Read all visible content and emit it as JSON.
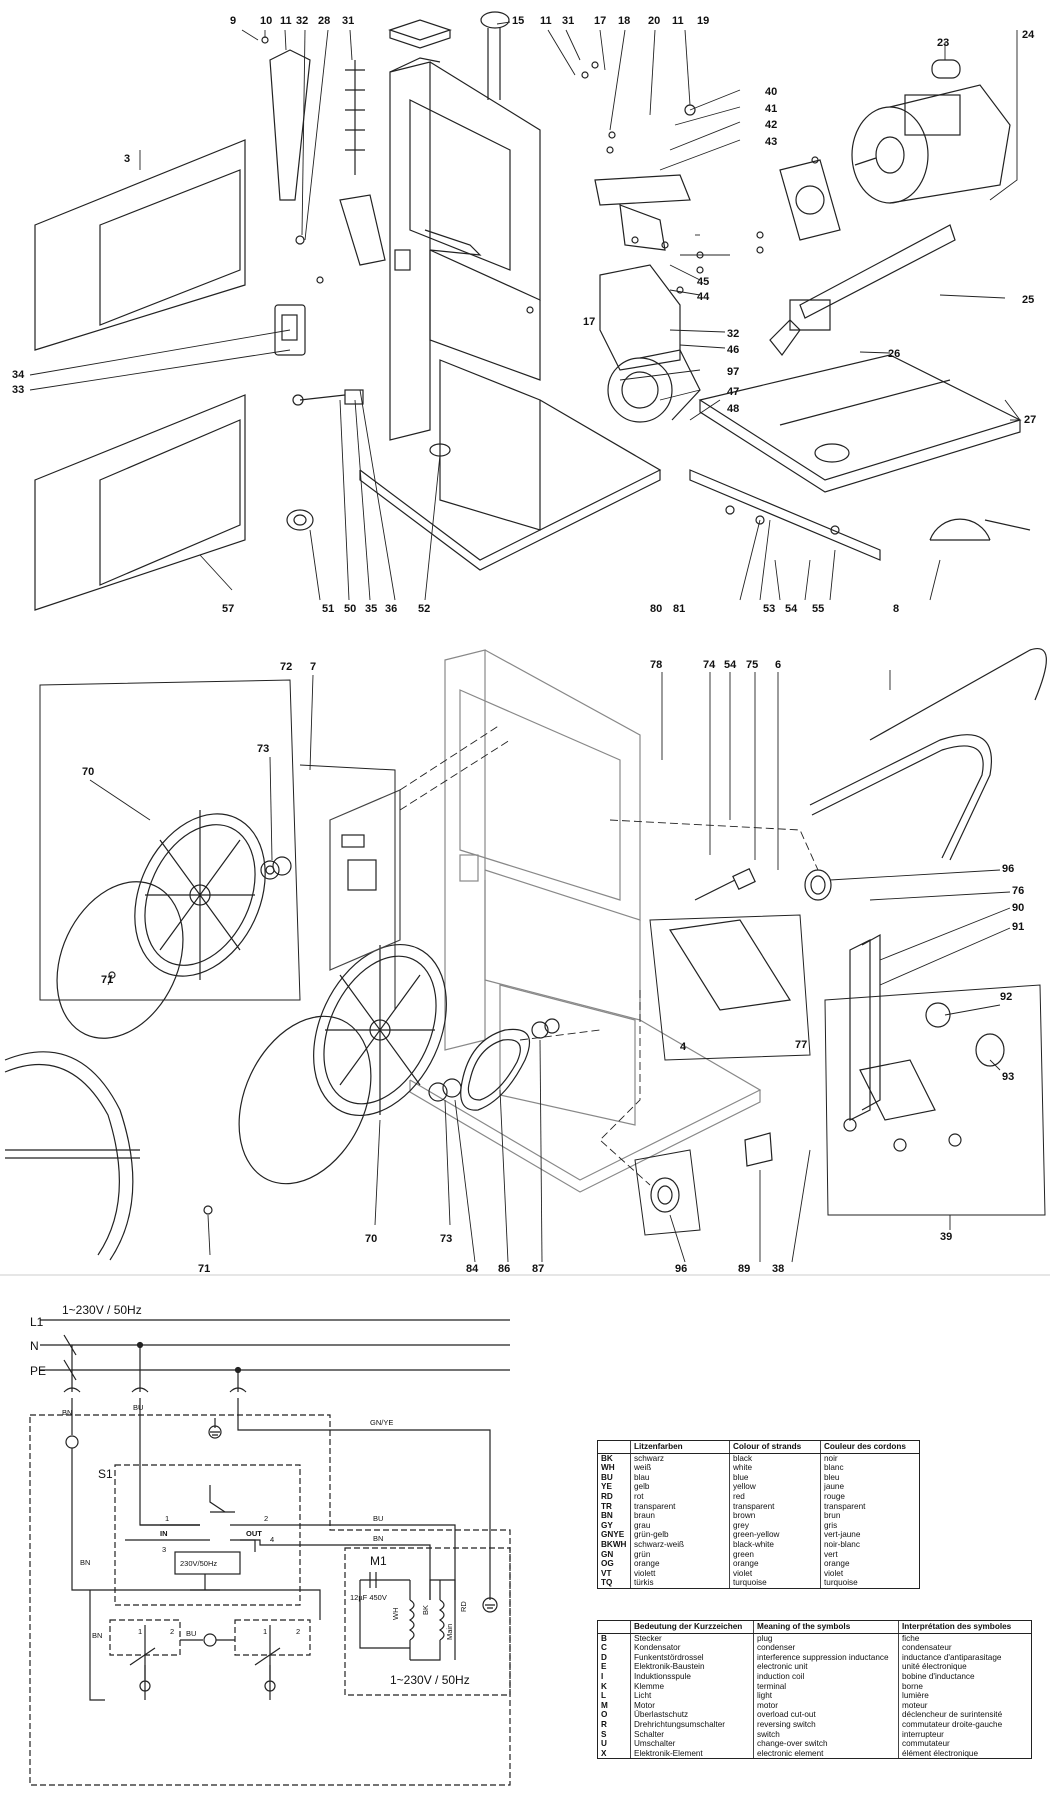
{
  "part_numbers": {
    "top": [
      "9",
      "10",
      "11",
      "32",
      "28",
      "31",
      "15",
      "11",
      "31",
      "17",
      "18",
      "20",
      "11",
      "19",
      "23",
      "24",
      "3",
      "40",
      "41",
      "42",
      "43",
      "45",
      "44",
      "25",
      "32",
      "17",
      "26",
      "46",
      "97",
      "47",
      "48",
      "34",
      "33",
      "27",
      "80",
      "81",
      "53",
      "54",
      "55",
      "8",
      "57",
      "51",
      "50",
      "35",
      "36",
      "52"
    ],
    "middle": [
      "72",
      "7",
      "70",
      "73",
      "71",
      "78",
      "74",
      "54",
      "75",
      "6",
      "96",
      "76",
      "90",
      "91",
      "92",
      "4",
      "77",
      "93",
      "70",
      "73",
      "71",
      "84",
      "86",
      "87",
      "96",
      "89",
      "38",
      "39"
    ]
  },
  "wiring": {
    "supply": "1~230V / 50Hz",
    "lines": [
      "L1",
      "N",
      "PE"
    ],
    "switch": "S1",
    "switch_in": "IN",
    "switch_out": "OUT",
    "switch_coil": "230V/50Hz",
    "motor": "M1",
    "capacitor": "12µF 450V",
    "motor_supply": "1~230V / 50Hz",
    "wire_bn": "BN",
    "wire_bu": "BU",
    "wire_gnye": "GN/YE",
    "wire_wh": "WH",
    "wire_bk": "BK",
    "wire_rd": "RD",
    "winding_main": "Main",
    "terminals": [
      "1",
      "2",
      "3",
      "4"
    ]
  },
  "colour_table": {
    "headers": [
      "",
      "Litzenfarben",
      "Colour of strands",
      "Couleur des cordons"
    ],
    "rows": [
      [
        "BK",
        "schwarz",
        "black",
        "noir"
      ],
      [
        "WH",
        "weiß",
        "white",
        "blanc"
      ],
      [
        "BU",
        "blau",
        "blue",
        "bleu"
      ],
      [
        "YE",
        "gelb",
        "yellow",
        "jaune"
      ],
      [
        "RD",
        "rot",
        "red",
        "rouge"
      ],
      [
        "TR",
        "transparent",
        "transparent",
        "transparent"
      ],
      [
        "BN",
        "braun",
        "brown",
        "brun"
      ],
      [
        "GY",
        "grau",
        "grey",
        "gris"
      ],
      [
        "GNYE",
        "grün-gelb",
        "green-yellow",
        "vert-jaune"
      ],
      [
        "BKWH",
        "schwarz-weiß",
        "black-white",
        "noir-blanc"
      ],
      [
        "GN",
        "grün",
        "green",
        "vert"
      ],
      [
        "OG",
        "orange",
        "orange",
        "orange"
      ],
      [
        "VT",
        "violett",
        "violet",
        "violet"
      ],
      [
        "TQ",
        "türkis",
        "turquoise",
        "turquoise"
      ]
    ]
  },
  "symbol_table": {
    "headers": [
      "",
      "Bedeutung der Kurzzeichen",
      "Meaning of the symbols",
      "Interprétation des symboles"
    ],
    "rows": [
      [
        "B",
        "Stecker",
        "plug",
        "fiche"
      ],
      [
        "C",
        "Kondensator",
        "condenser",
        "condensateur"
      ],
      [
        "D",
        "Funkentstördrossel",
        "interference suppression inductance",
        "inductance d'antiparasitage"
      ],
      [
        "E",
        "Elektronik-Baustein",
        "electronic unit",
        "unité électronique"
      ],
      [
        "I",
        "Induktionsspule",
        "induction coil",
        "bobine d'inductance"
      ],
      [
        "K",
        "Klemme",
        "terminal",
        "borne"
      ],
      [
        "L",
        "Licht",
        "light",
        "lumière"
      ],
      [
        "M",
        "Motor",
        "motor",
        "moteur"
      ],
      [
        "O",
        "Überlastschutz",
        "overload cut-out",
        "déclencheur de surintensité"
      ],
      [
        "R",
        "Drehrichtungsumschalter",
        "reversing switch",
        "commutateur droite-gauche"
      ],
      [
        "S",
        "Schalter",
        "switch",
        "interrupteur"
      ],
      [
        "U",
        "Umschalter",
        "change-over switch",
        "commutateur"
      ],
      [
        "X",
        "Elektronik-Element",
        "electronic element",
        "élément électronique"
      ]
    ]
  }
}
